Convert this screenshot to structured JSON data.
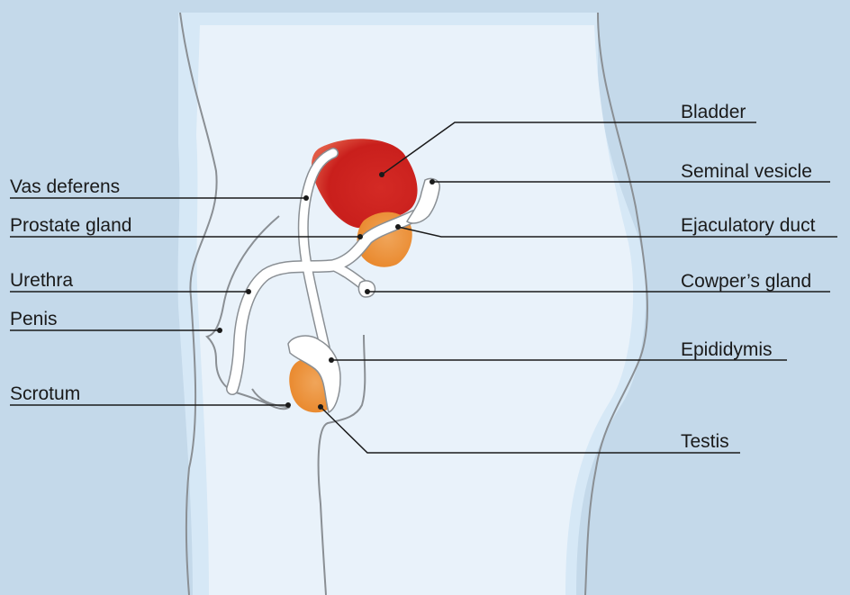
{
  "labels": {
    "vas_deferens": "Vas deferens",
    "prostate_gland": "Prostate gland",
    "urethra": "Urethra",
    "penis": "Penis",
    "scrotum": "Scrotum",
    "bladder": "Bladder",
    "seminal_vesicle": "Seminal vesicle",
    "ejaculatory_duct": "Ejaculatory duct",
    "cowpers_gland": "Cowper’s gland",
    "epididymis": "Epididymis",
    "testis": "Testis"
  },
  "colors": {
    "background": "#c4d9ea",
    "body_fill": "#e9f2fa",
    "body_rim": "#d6e8f6",
    "outline": "#8a8f94",
    "bladder": "#d42a25",
    "prostate": "#ef9a3b",
    "testis": "#ef9a3b",
    "duct": "#ffffff",
    "leader_line": "#1a1a1a"
  }
}
